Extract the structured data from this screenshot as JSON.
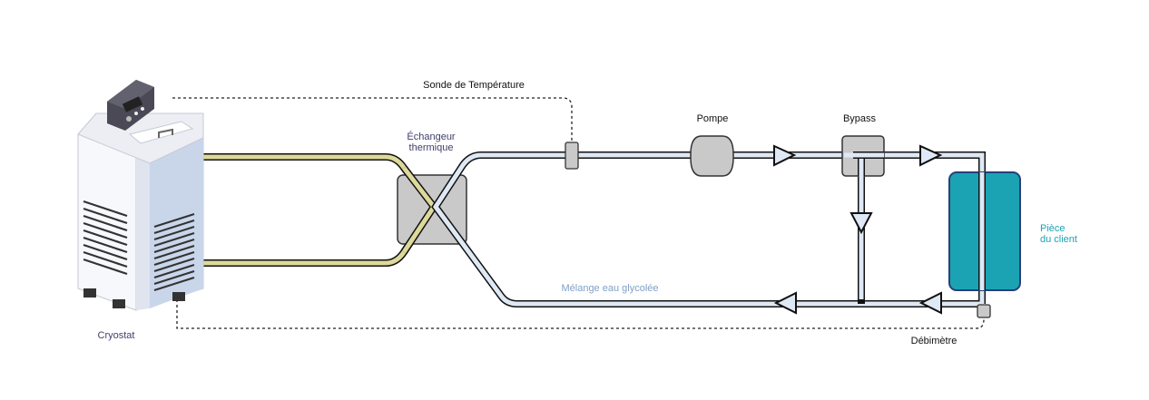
{
  "labels": {
    "sonde": "Sonde de Température",
    "pompe": "Pompe",
    "bypass": "Bypass",
    "echangeur_line1": "Échangeur",
    "echangeur_line2": "thermique",
    "piece_line1": "Pièce",
    "piece_line2": "du client",
    "melange": "Mélange eau glycolée",
    "cryostat": "Cryostat",
    "debimetre": "Débimètre"
  },
  "colors": {
    "glycol_pipe": "#dfe9f5",
    "cryostat_pipe": "#ddd99a",
    "client_room": "#1ba3b3",
    "client_room_border": "#26407a",
    "component_grey": "#c9c9c9",
    "echangeur_text": "#3f3f6b",
    "client_text": "#1ba3b3",
    "melange_text": "#7f9fc6"
  },
  "icons": {
    "cryostat": "cryostat-unit-icon",
    "flow_arrow": "triangle-arrow-icon"
  }
}
